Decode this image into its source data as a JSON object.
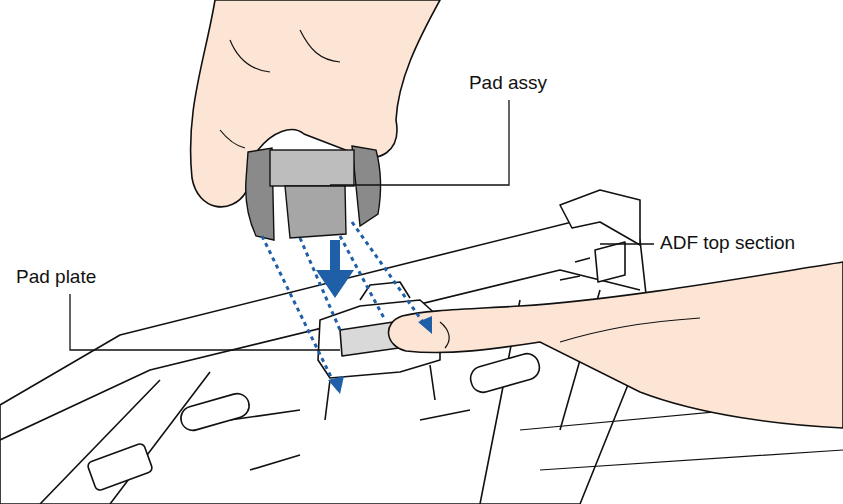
{
  "diagram": {
    "labels": [
      "Pad assy",
      "ADF top section",
      "Pad plate"
    ]
  }
}
